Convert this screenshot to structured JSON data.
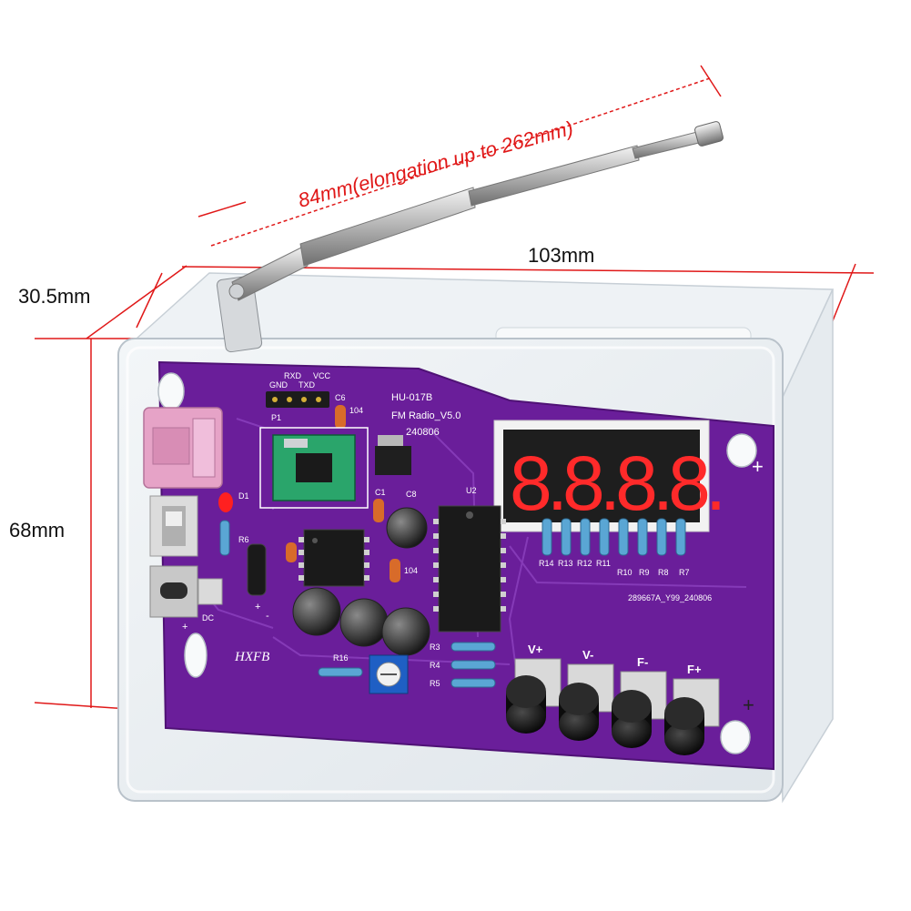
{
  "dimensions": {
    "antenna": "84mm(elongation up to 262mm)",
    "width": "103mm",
    "depth": "30.5mm",
    "height": "68mm"
  },
  "board": {
    "model_top": "HU-017B",
    "model": "HU-017B",
    "name": "FM Radio_V5.0",
    "date": "240806",
    "lot_code": "289667A_Y99_240806",
    "brand_mark": "HXFB",
    "header_pins": [
      "GND",
      "RXD",
      "TXD",
      "VCC"
    ],
    "header_label": "P1",
    "display_digits": "8.8.8.8.",
    "display_resistors": [
      "R14",
      "R13",
      "R12",
      "R11",
      "R10",
      "R9",
      "R8",
      "R7"
    ],
    "side_resistors": [
      "R3",
      "R4",
      "R5"
    ],
    "resistor_r16": "R16",
    "resistor_r6": "R6",
    "led_label": "D1",
    "chip_u2": "U2",
    "cap_c6": "C6",
    "cap_c8": "C8",
    "cap_c1": "C1",
    "cap_104": "104",
    "cap_104b": "104",
    "dc_label": "DC",
    "plus_mark": "+",
    "minus_mark": "-",
    "buttons": [
      "V+",
      "V-",
      "F-",
      "F+"
    ]
  },
  "colors": {
    "pcb": "#6a1e9a",
    "dimension_red": "#e01818",
    "antenna_text": "#e01818",
    "display_red": "#ff2a2a",
    "pink_jack": "#e6a3c7"
  }
}
